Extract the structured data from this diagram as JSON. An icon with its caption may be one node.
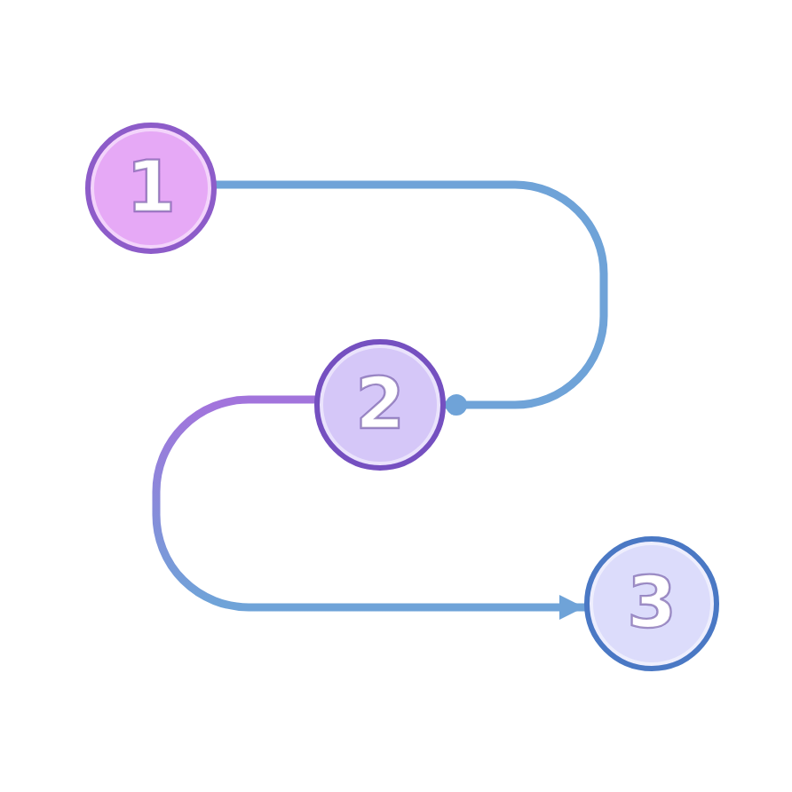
{
  "diagram": {
    "nodes": [
      {
        "text": [
          "1"
        ]
      },
      {
        "text": [
          "2"
        ]
      },
      {
        "text": [
          "3"
        ]
      }
    ],
    "edges": [
      {
        "from": 0,
        "to": 1,
        "arrow": "other"
      },
      {
        "from": 1,
        "to": 2,
        "arrow": "to",
        "color": "#a274dc"
      }
    ]
  }
}
